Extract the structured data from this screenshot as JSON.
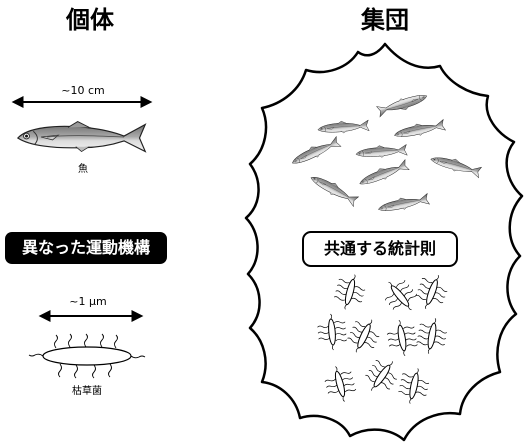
{
  "headings": {
    "individual": "個体",
    "collective": "集団"
  },
  "fish_scale": "~10 cm",
  "fish_caption": "魚",
  "bacteria_scale": "~1 μm",
  "bacteria_caption": "枯草菌",
  "different_mechanism": "異なった運動機構",
  "common_statistics": "共通する統計則",
  "colors": {
    "ink": "#000000",
    "fish_back": "#8a8a8a",
    "fish_belly": "#e6e6e6",
    "background": "#ffffff"
  },
  "icons": [
    "fish-icon",
    "bacterium-icon",
    "double-arrow-icon",
    "fish-school-icon",
    "bacteria-colony-icon",
    "cloud-outline"
  ]
}
